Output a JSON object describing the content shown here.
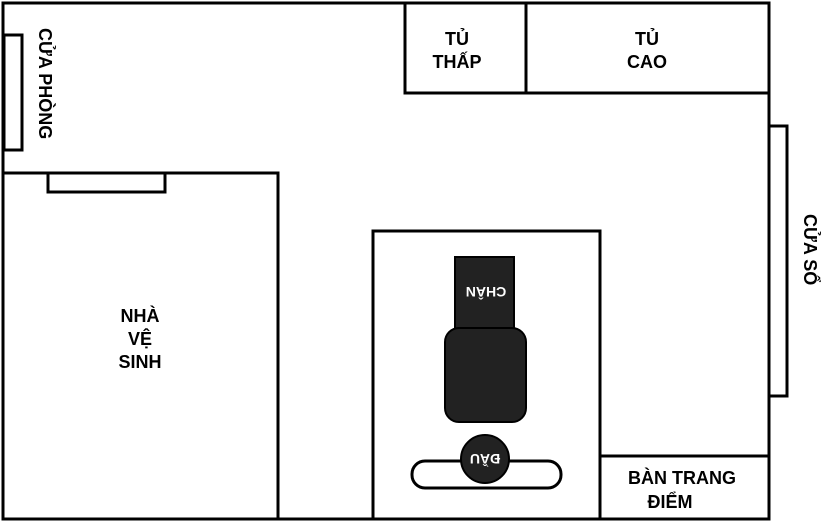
{
  "room": {
    "door_label": "CỬA PHÒNG",
    "window_label": "CỬA SỔ",
    "low_cabinet": [
      "TỦ",
      "THẤP"
    ],
    "tall_cabinet": [
      "TỦ",
      "CAO"
    ],
    "bathroom": [
      "NHÀ",
      "VỆ",
      "SINH"
    ],
    "dresser": [
      "BÀN TRANG",
      "ĐIỂM"
    ],
    "bed_foot_label": "CHÂN",
    "bed_head_label": "ĐẦU"
  }
}
